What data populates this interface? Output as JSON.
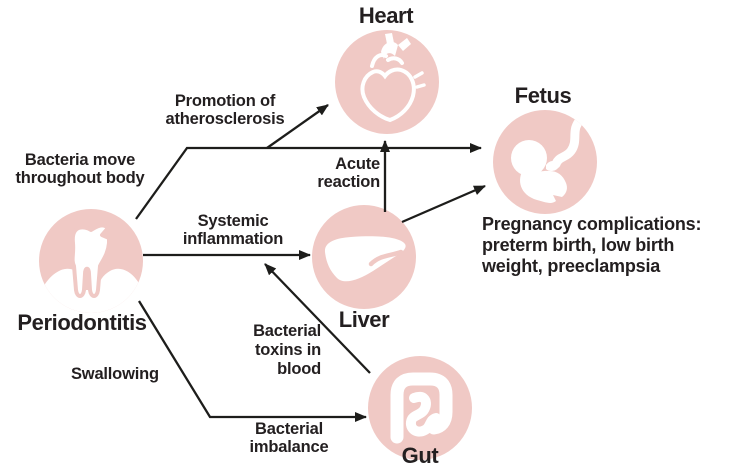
{
  "palette": {
    "circle_pink": "#f0c9c5",
    "icon_white": "#ffffff",
    "text_dark": "#231f20",
    "line_dark": "#1d1d1b",
    "background": "#ffffff"
  },
  "nodes": [
    {
      "id": "periodontitis",
      "label": "Periodontitis",
      "icon": "tooth-icon"
    },
    {
      "id": "heart",
      "label": "Heart",
      "icon": "anatomical-heart-icon"
    },
    {
      "id": "fetus",
      "label": "Fetus",
      "icon": "fetus-icon"
    },
    {
      "id": "liver",
      "label": "Liver",
      "icon": "liver-icon"
    },
    {
      "id": "gut",
      "label": "Gut",
      "icon": "intestine-icon"
    }
  ],
  "labels": {
    "promotion": {
      "lines": [
        "Promotion of",
        "atherosclerosis"
      ]
    },
    "bacteria_move": {
      "lines": [
        "Bacteria move",
        "throughout body"
      ]
    },
    "systemic": {
      "lines": [
        "Systemic",
        "inflammation"
      ]
    },
    "acute": {
      "lines": [
        "Acute",
        "reaction"
      ]
    },
    "pregnancy": {
      "lines": [
        "Pregnancy complications:",
        "preterm birth, low birth",
        "weight, preeclampsia"
      ]
    },
    "toxins": {
      "lines": [
        "Bacterial",
        "toxins in",
        "blood"
      ]
    },
    "swallowing": {
      "lines": [
        "Swallowing"
      ]
    },
    "imbalance": {
      "lines": [
        "Bacterial",
        "imbalance"
      ]
    }
  },
  "edges": [
    {
      "from": "Periodontitis",
      "to": "Heart",
      "label": "Promotion of atherosclerosis"
    },
    {
      "from": "Periodontitis",
      "to": "Fetus",
      "label": "Bacteria move throughout body"
    },
    {
      "from": "Periodontitis",
      "to": "Liver",
      "label": "Systemic inflammation"
    },
    {
      "from": "Liver",
      "to": "Heart",
      "label": "Acute reaction"
    },
    {
      "from": "Liver",
      "to": "Fetus",
      "label": ""
    },
    {
      "from": "Gut",
      "to": "Liver",
      "label": "Bacterial toxins in blood"
    },
    {
      "from": "Periodontitis",
      "to": "Gut",
      "label": "Swallowing; Bacterial imbalance"
    },
    {
      "from": "Fetus",
      "to": "",
      "label": "Pregnancy complications: preterm birth, low birth weight, preeclampsia"
    }
  ]
}
